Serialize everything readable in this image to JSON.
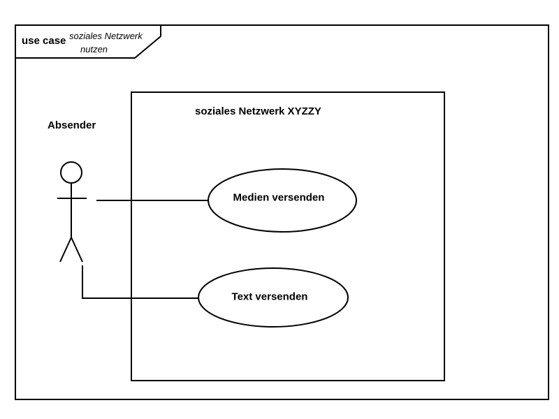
{
  "frame": {
    "kind": "use case",
    "name_line1": "soziales Netzwerk",
    "name_line2": "nutzen"
  },
  "system": {
    "title": "soziales Netzwerk XYZZY"
  },
  "actor": {
    "name": "Absender"
  },
  "use_cases": [
    {
      "label": "Medien versenden"
    },
    {
      "label": "Text versenden"
    }
  ],
  "colors": {
    "stroke": "#000000",
    "background": "#ffffff"
  }
}
